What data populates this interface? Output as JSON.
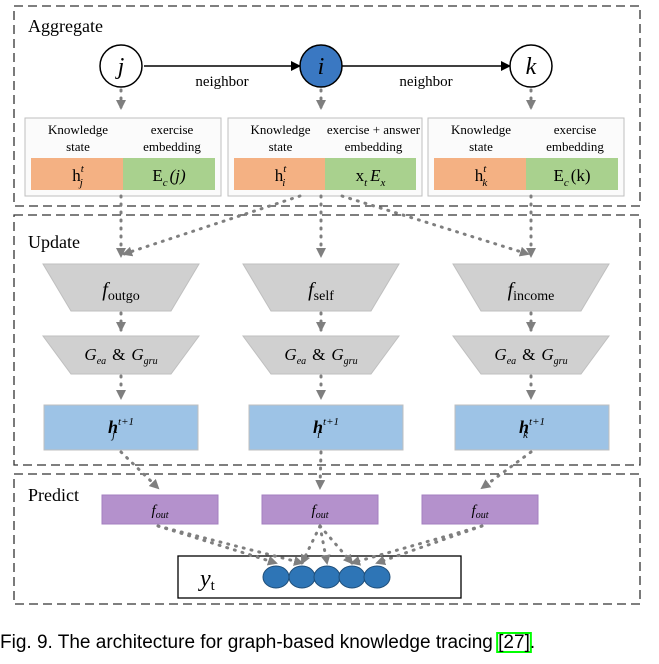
{
  "sections": {
    "aggregate": "Aggregate",
    "update": "Update",
    "predict": "Predict"
  },
  "nodes": {
    "j": "j",
    "i": "i",
    "k": "k",
    "i_fill": "#3a78c2"
  },
  "edges": {
    "left": "neighbor",
    "right": "neighbor"
  },
  "cards": [
    {
      "left_label": "Knowledge state",
      "right_label": "exercise embedding",
      "left_main": "h",
      "left_sup": "t",
      "left_sub": "j",
      "right_main": "E",
      "right_sub": "c",
      "right_arg": "(j)"
    },
    {
      "left_label": "Knowledge state",
      "right_label": "exercise + answer embedding",
      "left_main": "h",
      "left_sup": "t",
      "left_sub": "i",
      "right_main": "x",
      "right_sub": "t",
      "right_extra": "E",
      "right_extra_sub": "x"
    },
    {
      "left_label": "Knowledge state",
      "right_label": "exercise embedding",
      "left_main": "h",
      "left_sup": "t",
      "left_sub": "k",
      "right_main": "E",
      "right_sub": "c",
      "right_arg": "(k)"
    }
  ],
  "update_funcs": [
    {
      "main": "f",
      "sub": "outgo"
    },
    {
      "main": "f",
      "sub": "self"
    },
    {
      "main": "f",
      "sub": "income"
    }
  ],
  "gates": {
    "g1": "G",
    "g1_sub": "ea",
    "amp": "&",
    "g2": "G",
    "g2_sub": "gru"
  },
  "hidden": [
    {
      "main": "h",
      "sub": "j",
      "sup": "t+1"
    },
    {
      "main": "h",
      "sub": "i",
      "sup": "t+1"
    },
    {
      "main": "h",
      "sub": "k",
      "sup": "t+1"
    }
  ],
  "outputs": [
    {
      "main": "f",
      "sub": "out"
    },
    {
      "main": "f",
      "sub": "out"
    },
    {
      "main": "f",
      "sub": "out"
    }
  ],
  "prediction": {
    "main": "y",
    "sub": "t"
  },
  "caption": {
    "text": "Fig. 9. The architecture for graph-based knowledge tracing ",
    "ref": "[27]",
    "end": "."
  },
  "colors": {
    "orange": "#f4b183",
    "green": "#a9d18e",
    "blue_box": "#9dc3e6",
    "purple": "#b491cc",
    "gray_trap": "#d0d0d0",
    "dot_blue": "#2e75b6",
    "ref_highlight": "#00ff00"
  }
}
